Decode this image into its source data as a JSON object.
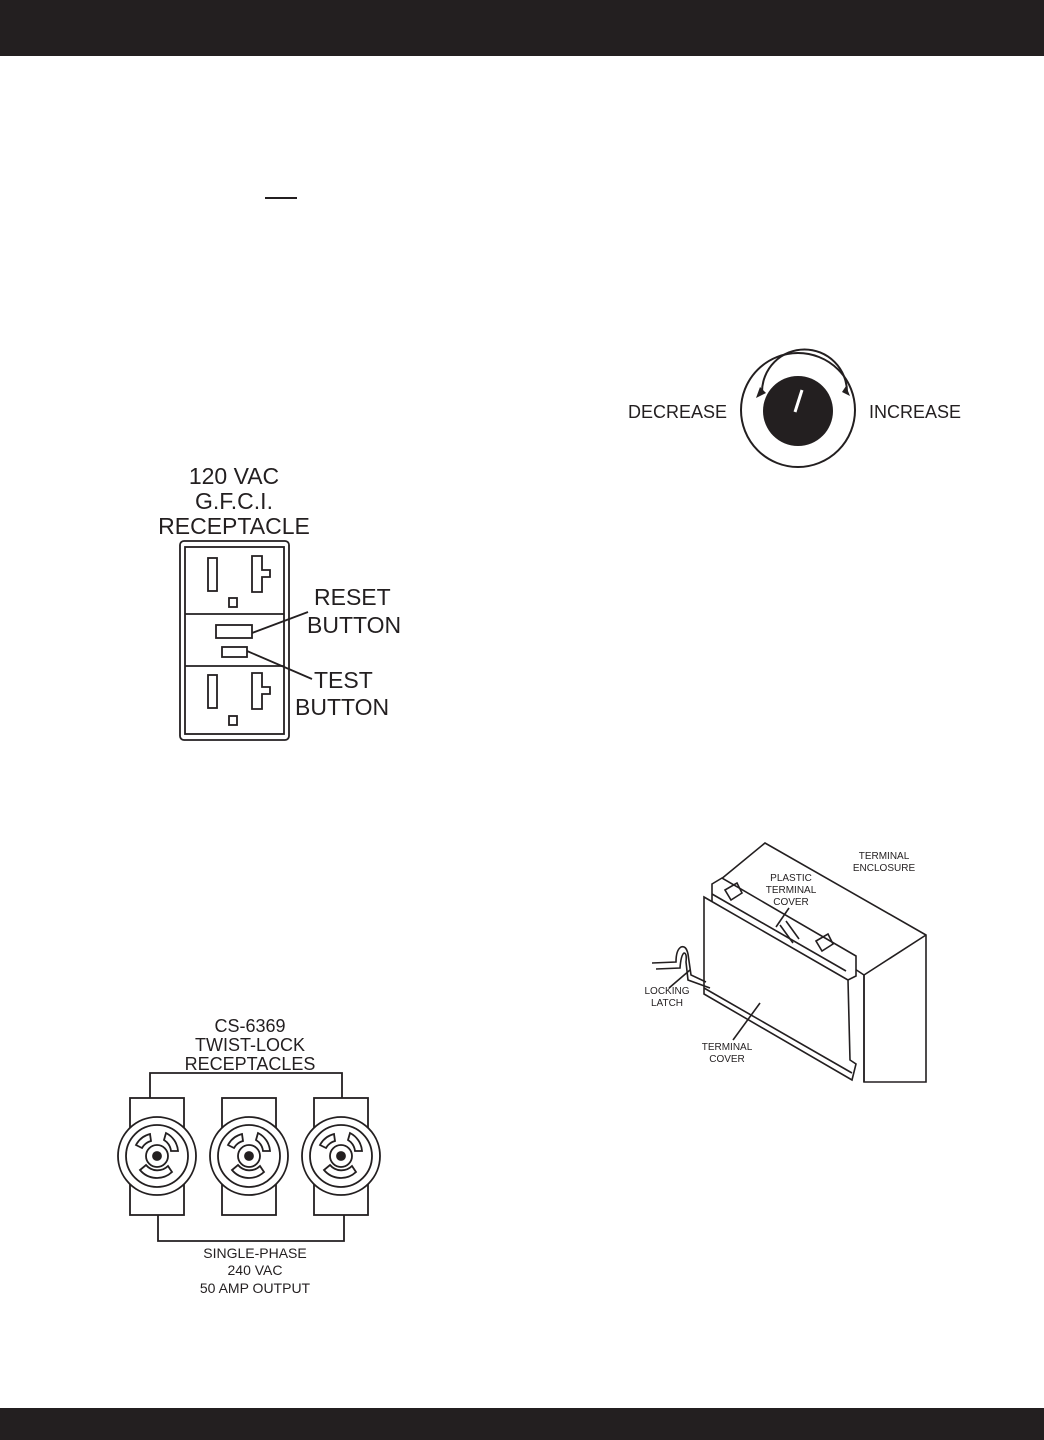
{
  "gfci": {
    "title_lines": [
      "120 VAC",
      "G.F.C.I.",
      "RECEPTACLE"
    ],
    "reset_lines": [
      "RESET",
      "BUTTON"
    ],
    "test_lines": [
      "TEST",
      "BUTTON"
    ]
  },
  "voltage_knob": {
    "decrease": "DECREASE",
    "increase": "INCREASE"
  },
  "twistlock": {
    "title_lines": [
      "CS-6369",
      "TWIST-LOCK",
      "RECEPTACLES"
    ],
    "output_lines": [
      "SINGLE-PHASE",
      "240 VAC",
      "50 AMP OUTPUT"
    ]
  },
  "terminal": {
    "enclosure_lines": [
      "TERMINAL",
      "ENCLOSURE"
    ],
    "plastic_cover_lines": [
      "PLASTIC",
      "TERMINAL",
      "COVER"
    ],
    "latch_lines": [
      "LOCKING",
      "LATCH"
    ],
    "cover_lines": [
      "TERMINAL",
      "COVER"
    ]
  }
}
